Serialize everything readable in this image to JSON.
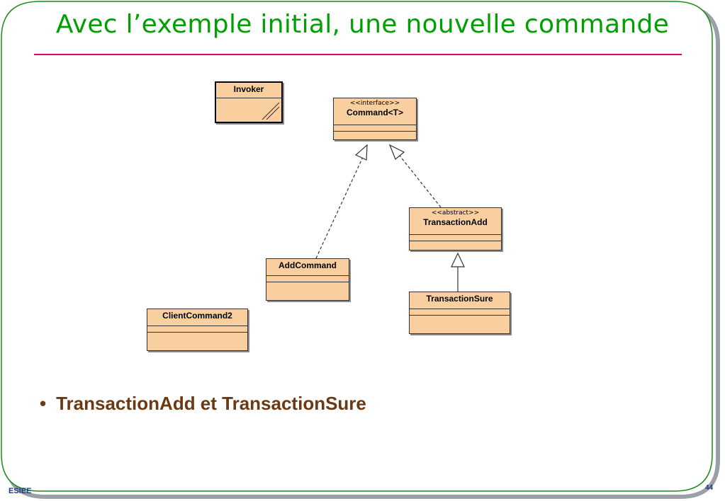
{
  "slide": {
    "title": "Avec l’exemple initial, une nouvelle commande",
    "bullet": "TransactionAdd et TransactionSure",
    "footer_left": "ESIEE",
    "page_number": "44"
  },
  "diagram": {
    "classes": [
      {
        "id": "invoker",
        "name": "Invoker",
        "stereotype": ""
      },
      {
        "id": "command",
        "name": "Command<T>",
        "stereotype": "<<interface>>"
      },
      {
        "id": "transactionadd",
        "name": "TransactionAdd",
        "stereotype": "<<abstract>>"
      },
      {
        "id": "addcommand",
        "name": "AddCommand",
        "stereotype": ""
      },
      {
        "id": "transactionsure",
        "name": "TransactionSure",
        "stereotype": ""
      },
      {
        "id": "clientcommand2",
        "name": "ClientCommand2",
        "stereotype": ""
      }
    ],
    "relations": [
      {
        "from": "addcommand",
        "to": "command",
        "type": "realization"
      },
      {
        "from": "transactionadd",
        "to": "command",
        "type": "realization"
      },
      {
        "from": "transactionsure",
        "to": "transactionadd",
        "type": "generalization"
      }
    ]
  },
  "colors": {
    "title": "#00a000",
    "rule": "#e6007e",
    "class_fill": "#f9cfa0",
    "bullet_text": "#6b3a12",
    "frame_border": "#1c8a1c"
  }
}
